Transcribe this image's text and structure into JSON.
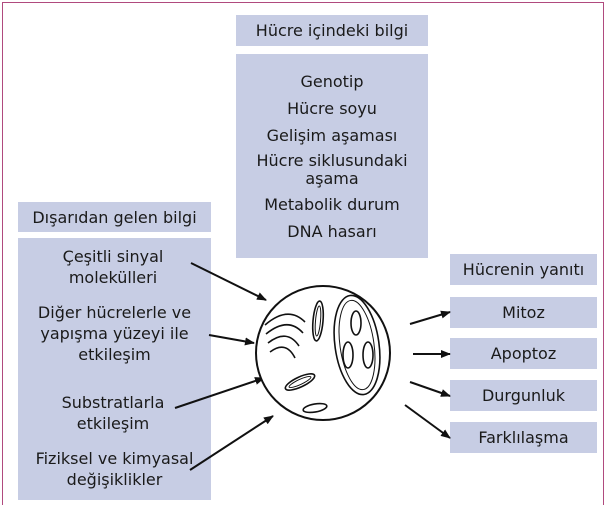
{
  "inside": {
    "title": "Hücre içindeki bilgi",
    "items": [
      "Genotip",
      "Hücre soyu",
      "Gelişim aşaması",
      "Hücre siklusundaki aşama",
      "Metabolik durum",
      "DNA hasarı"
    ]
  },
  "outside": {
    "title": "Dışarıdan gelen bilgi",
    "items": [
      "Çeşitli sinyal molekülleri",
      "Diğer hücrelerle ve yapışma yüzeyi ile etkileşim",
      "Substratlarla etkileşim",
      "Fiziksel ve kimyasal değişiklikler"
    ]
  },
  "response": {
    "title": "Hücrenin yanıtı",
    "items": [
      "Mitoz",
      "Apoptoz",
      "Durgunluk",
      "Farklılaşma"
    ]
  }
}
